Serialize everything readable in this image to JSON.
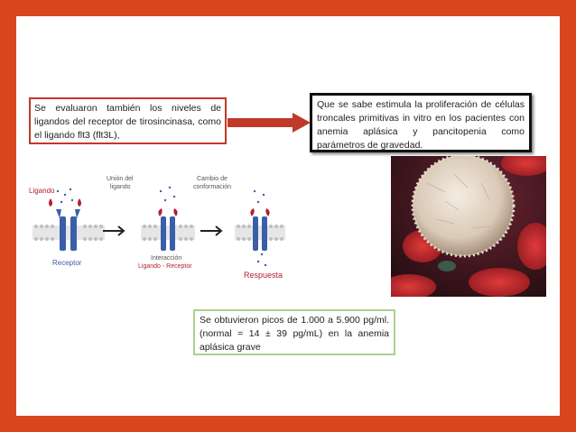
{
  "slide": {
    "left_text": "Se evaluaron también los niveles de ligandos del receptor de tirosincinasa, como el ligando flt3 (flt3L),",
    "right_text": "Que se sabe estimula la proliferación de células troncales primitivas in vitro en los pacientes con anemia aplásica y pancitopenia como parámetros de gravedad.",
    "bottom_text": "Se obtuvieron picos de 1.000 a 5.900 pg/ml. (normal = 14 ± 39 pg/mL) en la anemia aplásica grave"
  },
  "diagram": {
    "ligando": "Ligando",
    "receptor": "Receptor",
    "union_line1": "Unión del",
    "union_line2": "ligando",
    "cambio_line1": "Cambio de",
    "cambio_line2": "conformación",
    "interaccion_line1": "Interacción",
    "interaccion_line2": "Ligando - Receptor",
    "respuesta": "Respuesta"
  },
  "colors": {
    "frame": "#d9461c",
    "arrow": "#c0392b",
    "receptor_blue": "#3a5fa8",
    "ligand_red": "#b32030",
    "box_green_border": "#a9d18e"
  },
  "image": {
    "description_icon": "cell-micrograph"
  }
}
